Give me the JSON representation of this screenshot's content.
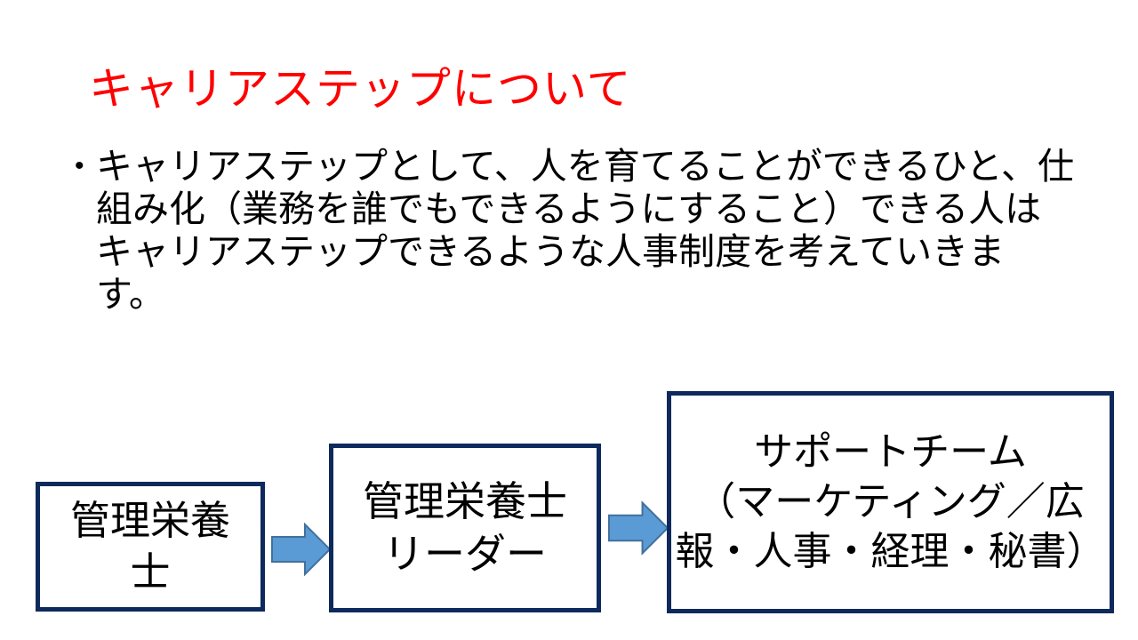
{
  "slide_title": {
    "text": "キャリアステップについて",
    "color": "#FF0000"
  },
  "body": {
    "bullet": "•",
    "lines": [
      "キャリアステップとして、人を育てることができるひと、仕",
      "組み化（業務を誰でもできるようにすること）できる人は",
      "キャリアステップできるような人事制度を考えていきま",
      "す。"
    ]
  },
  "diagram": {
    "boxes": [
      {
        "id": "dietitian",
        "lines": [
          "管理栄養",
          "士"
        ]
      },
      {
        "id": "dietitian-leader",
        "lines": [
          "管理栄養士",
          "リーダー"
        ]
      },
      {
        "id": "support-team",
        "lines": [
          "サポートチーム",
          "（マーケティング／広",
          "報・人事・経理・秘書）"
        ]
      }
    ],
    "arrows": [
      {
        "id": "arrow-1",
        "icon": "right-block-arrow"
      },
      {
        "id": "arrow-2",
        "icon": "right-block-arrow"
      }
    ],
    "colors": {
      "box_border": "#0E2A5C",
      "arrow_fill": "#5B9BD5",
      "arrow_stroke": "#41719C",
      "title_red": "#FF0000",
      "body_text": "#000000",
      "background": "#FFFFFF"
    }
  }
}
